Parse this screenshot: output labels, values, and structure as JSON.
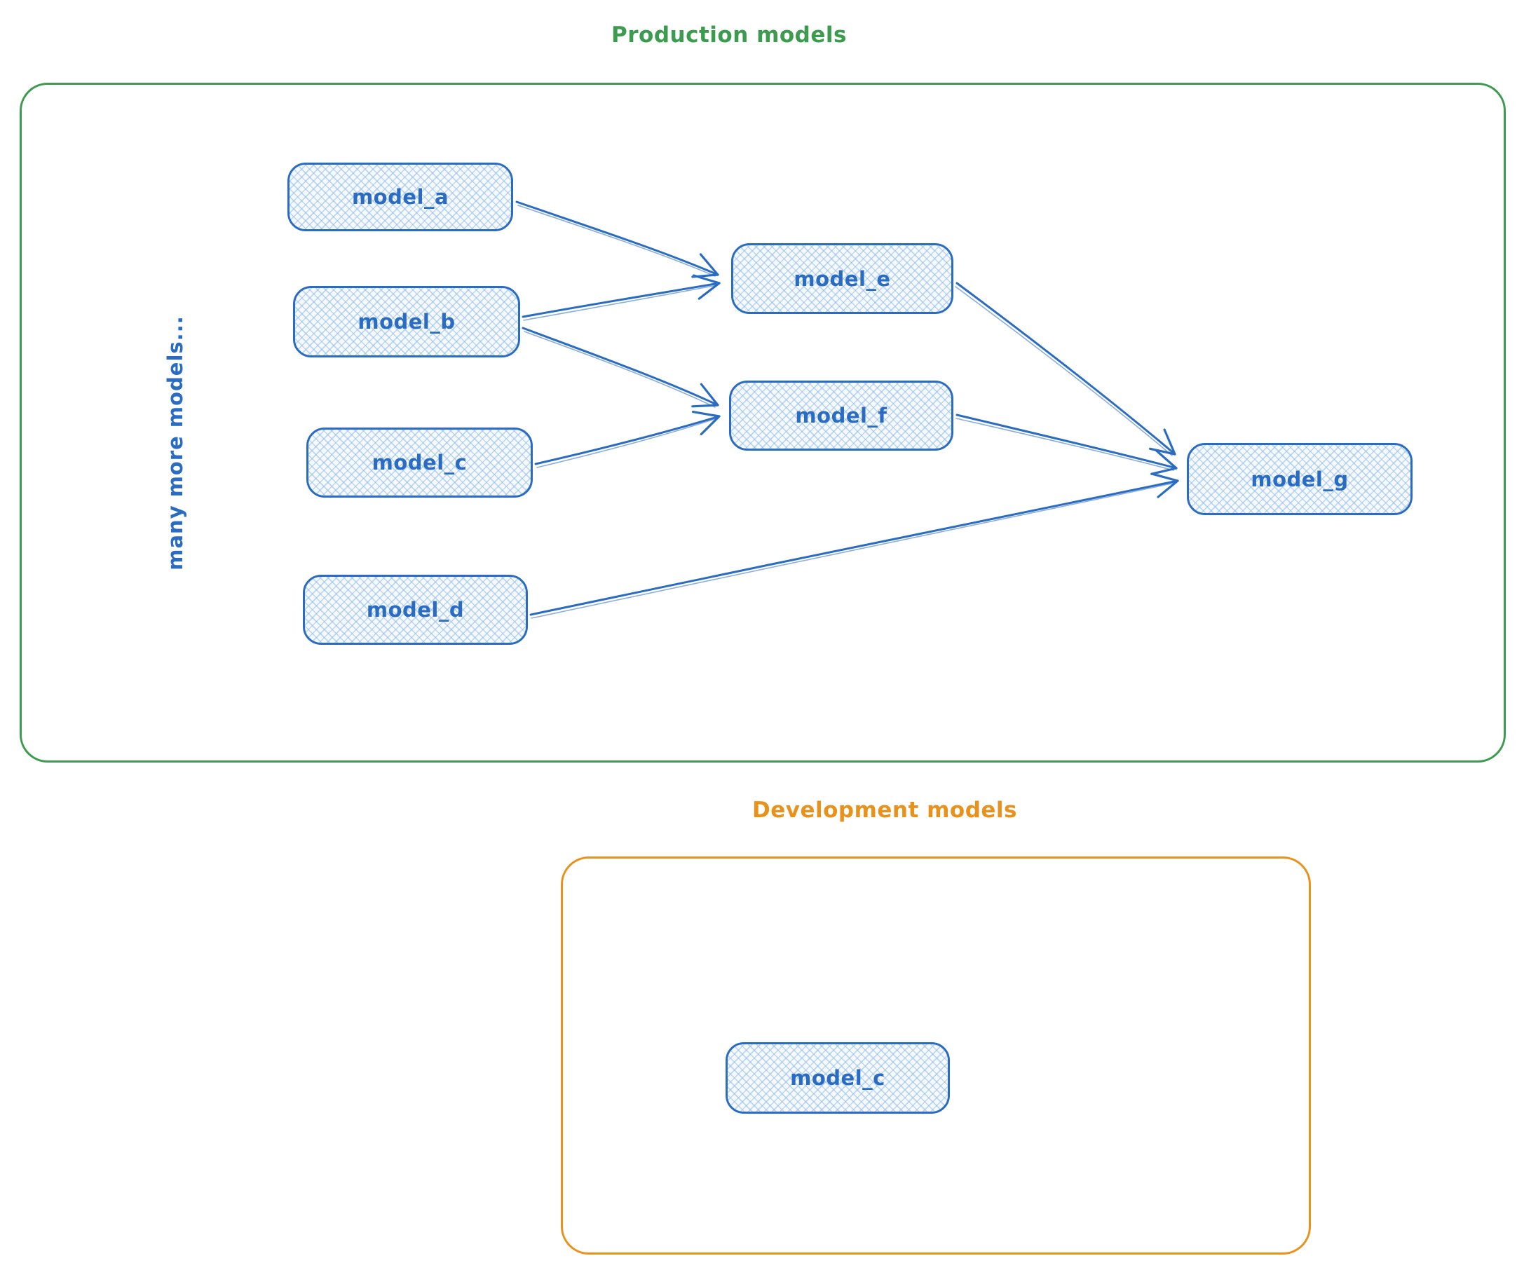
{
  "production": {
    "title": "Production models",
    "side_label": "many more models...",
    "nodes": [
      {
        "id": "model_a",
        "label": "model_a"
      },
      {
        "id": "model_b",
        "label": "model_b"
      },
      {
        "id": "model_c",
        "label": "model_c"
      },
      {
        "id": "model_d",
        "label": "model_d"
      },
      {
        "id": "model_e",
        "label": "model_e"
      },
      {
        "id": "model_f",
        "label": "model_f"
      },
      {
        "id": "model_g",
        "label": "model_g"
      }
    ],
    "edges": [
      {
        "from": "model_a",
        "to": "model_e"
      },
      {
        "from": "model_b",
        "to": "model_e"
      },
      {
        "from": "model_b",
        "to": "model_f"
      },
      {
        "from": "model_c",
        "to": "model_f"
      },
      {
        "from": "model_e",
        "to": "model_g"
      },
      {
        "from": "model_f",
        "to": "model_g"
      },
      {
        "from": "model_d",
        "to": "model_g"
      }
    ]
  },
  "development": {
    "title": "Development models",
    "nodes": [
      {
        "id": "model_c_dev",
        "label": "model_c"
      }
    ]
  },
  "colors": {
    "production_border": "#3d9b4f",
    "development_border": "#e8921c",
    "node_stroke": "#2a6cc2",
    "node_fill_hatch": "#8bb8ea",
    "background": "#ffffff"
  }
}
